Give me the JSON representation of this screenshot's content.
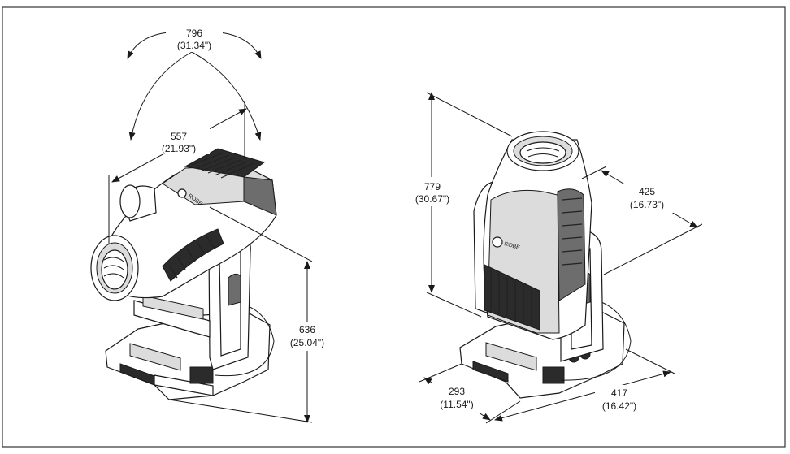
{
  "dimensions": {
    "left_view": {
      "tilt_arc": {
        "mm": "796",
        "in": "(31.34\")"
      },
      "width": {
        "mm": "557",
        "in": "(21.93\")"
      },
      "height": {
        "mm": "636",
        "in": "(25.04\")"
      }
    },
    "right_view": {
      "height": {
        "mm": "779",
        "in": "(30.67\")"
      },
      "head_depth": {
        "mm": "425",
        "in": "(16.73\")"
      },
      "base_depth": {
        "mm": "293",
        "in": "(11.54\")"
      },
      "base_width": {
        "mm": "417",
        "in": "(16.42\")"
      }
    }
  },
  "colors": {
    "line": "#1a1a1a",
    "border": "#333333",
    "shade": "#6d6d6d"
  }
}
